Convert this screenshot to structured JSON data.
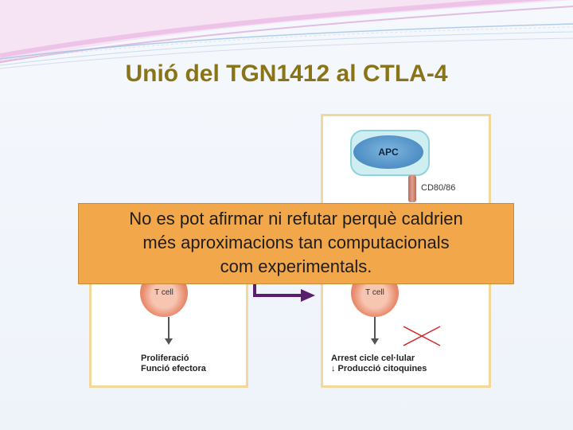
{
  "slide": {
    "title": "Unió del TGN1412 al CTLA-4"
  },
  "diagram": {
    "apc_label": "APC",
    "receptor_label": "CD80/86",
    "left_cell_label": "T cell",
    "right_cell_label": "T cell",
    "left_outcome": [
      "Proliferació",
      "Funció efectora"
    ],
    "right_outcome": [
      "Arrest cicle cel·lular",
      "↓ Producció citoquines"
    ]
  },
  "callout": {
    "lines": [
      "No es pot afirmar ni refutar perquè caldrien",
      "més aproximacions tan computacionals",
      "com experimentals."
    ]
  },
  "colors": {
    "title": "#8a7418",
    "callout_fill": "#f2a84a",
    "panel_border": "#f4d79a",
    "arrow": "#5a1e6e",
    "cross": "#d22a2a"
  }
}
